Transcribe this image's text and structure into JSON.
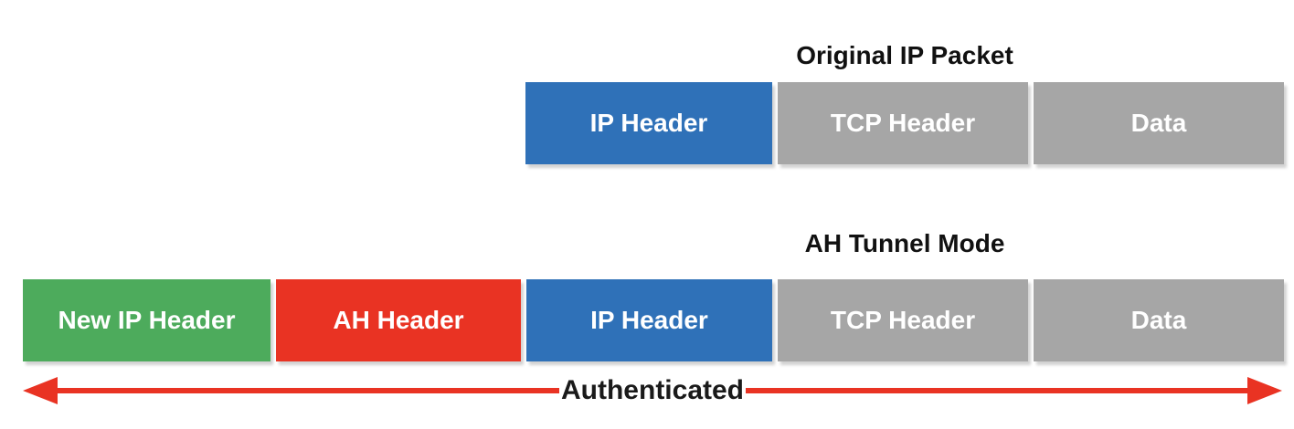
{
  "diagram": {
    "original_packet": {
      "title": "Original IP Packet",
      "segments": [
        {
          "label": "IP Header",
          "color": "#2F71B8"
        },
        {
          "label": "TCP Header",
          "color": "#A6A6A6"
        },
        {
          "label": "Data",
          "color": "#A6A6A6"
        }
      ]
    },
    "ah_tunnel_mode": {
      "title": "AH Tunnel Mode",
      "segments": [
        {
          "label": "New IP Header",
          "color": "#4DAB5C"
        },
        {
          "label": "AH Header",
          "color": "#E93323"
        },
        {
          "label": "IP Header",
          "color": "#2F71B8"
        },
        {
          "label": "TCP Header",
          "color": "#A6A6A6"
        },
        {
          "label": "Data",
          "color": "#A6A6A6"
        }
      ],
      "authenticated_arrow": {
        "label": "Authenticated",
        "color": "#E93323"
      }
    },
    "colors": {
      "ip_header_blue": "#2F71B8",
      "tcp_and_data_gray": "#A6A6A6",
      "new_ip_header_green": "#4DAB5C",
      "ah_header_red": "#E93323",
      "arrow_red": "#E93323",
      "title_text": "#111111",
      "segment_text": "#FFFFFF",
      "background": "#FFFFFF"
    }
  }
}
